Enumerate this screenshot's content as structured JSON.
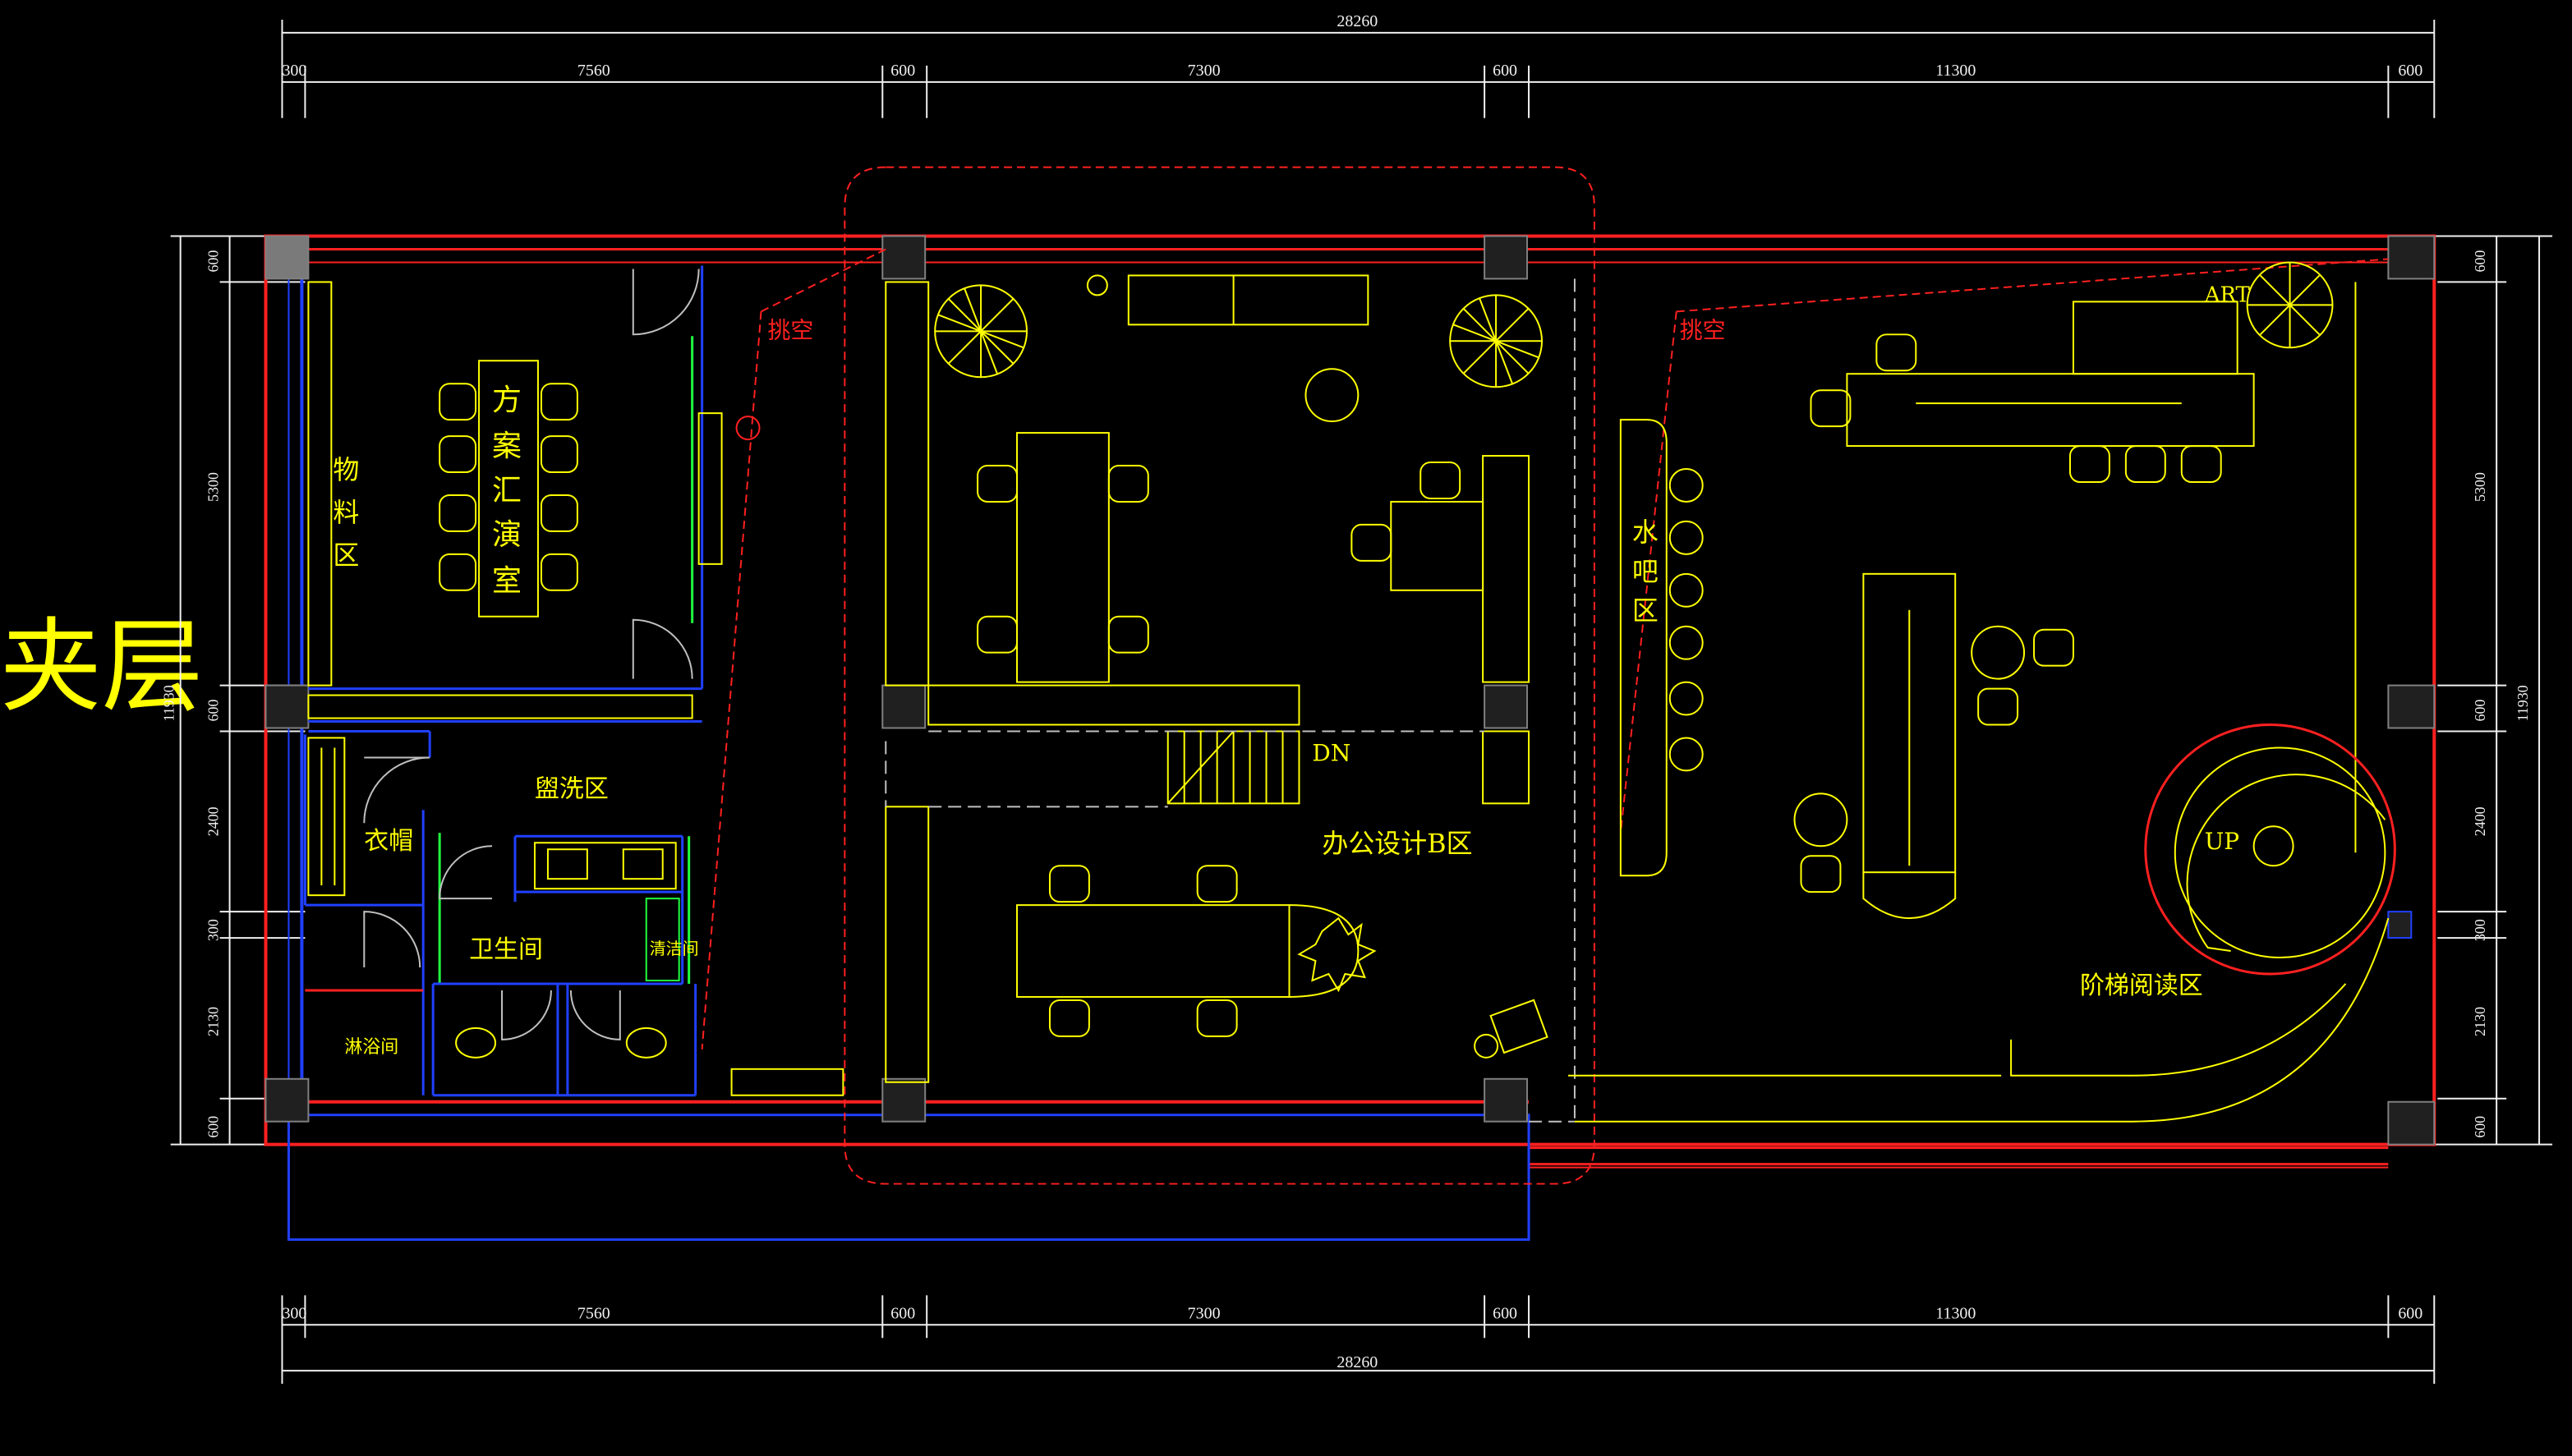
{
  "title": "夹层",
  "dimensions": {
    "top_total": "28260",
    "top_segments": [
      "300",
      "7560",
      "600",
      "7300",
      "600",
      "11300",
      "600"
    ],
    "bottom_total": "28260",
    "bottom_segments": [
      "300",
      "7560",
      "600",
      "7300",
      "600",
      "11300",
      "600"
    ],
    "left_total": "11930",
    "left_segments": [
      "600",
      "5300",
      "600",
      "2400",
      "300",
      "2130",
      "600"
    ],
    "right_total": "11930",
    "right_segments": [
      "600",
      "5300",
      "600",
      "2400",
      "300",
      "2130",
      "600"
    ]
  },
  "rooms": {
    "presentation": [
      "方",
      "案",
      "汇",
      "演",
      "室"
    ],
    "material": [
      "物",
      "料",
      "区"
    ],
    "washing": "盥洗区",
    "cloakroom": "衣帽",
    "toilet": "卫生间",
    "cleaning": "清洁间",
    "shower": "淋浴间",
    "office": "办公设计B区",
    "water_bar": [
      "水",
      "吧",
      "区"
    ],
    "reading": "阶梯阅读区"
  },
  "annotations": {
    "void_left": "挑空",
    "void_right": "挑空",
    "stair_down": "DN",
    "stair_up": "UP",
    "art": "ART"
  },
  "colors": {
    "background": "#000000",
    "wall_red": "#ff2020",
    "furniture_yellow": "#ffff00",
    "partition_blue": "#2040ff",
    "glass_green": "#20ff40",
    "dimension_white": "#f0f0f0",
    "column_gray": "#808080"
  }
}
